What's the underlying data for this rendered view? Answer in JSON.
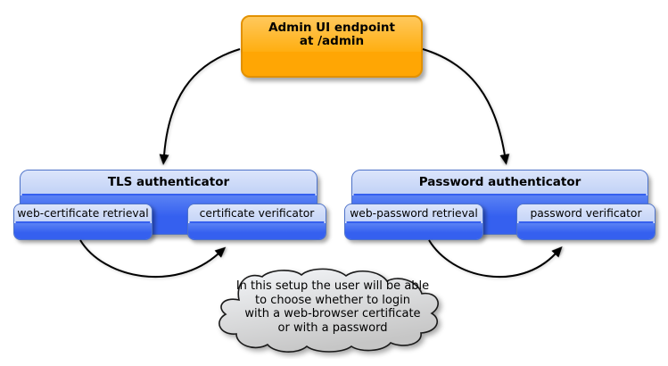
{
  "diagram_type": "component-diagram",
  "admin_endpoint": {
    "line1": "Admin UI endpoint",
    "line2": "at /admin"
  },
  "tls_authenticator": {
    "title": "TLS authenticator",
    "components": [
      {
        "label": "web-certificate retrieval"
      },
      {
        "label": "certificate verificator"
      }
    ]
  },
  "password_authenticator": {
    "title": "Password authenticator",
    "components": [
      {
        "label": "web-password retrieval"
      },
      {
        "label": "password verificator"
      }
    ]
  },
  "note": {
    "lines": [
      "In this setup the user will be able",
      "to choose whether to login",
      "with a web-browser certificate",
      "or with a password"
    ]
  },
  "connections": [
    {
      "from": "admin_endpoint",
      "to": "tls_authenticator"
    },
    {
      "from": "admin_endpoint",
      "to": "password_authenticator"
    },
    {
      "from": "web-certificate retrieval",
      "to": "certificate verificator"
    },
    {
      "from": "web-password retrieval",
      "to": "password verificator"
    }
  ],
  "colors": {
    "endpoint_fill_top": "#FFC85C",
    "endpoint_fill_bottom": "#FFA604",
    "endpoint_border": "#E29102",
    "frame_title_fill": "#C2D2F6",
    "frame_band_fill": "#3560EF",
    "frame_border": "#4D72C8",
    "cloud_fill_top": "#F2F4F7",
    "cloud_fill_bottom": "#C6C6C6",
    "cloud_border": "#1A1A1A",
    "arrow": "#000000",
    "text": "#000000"
  }
}
